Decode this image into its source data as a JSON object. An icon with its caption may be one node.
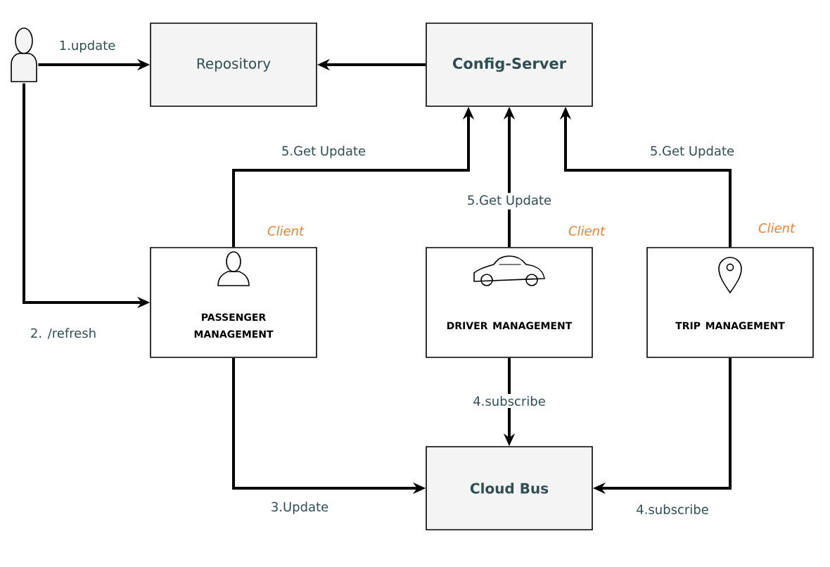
{
  "diagram": {
    "nodes": [
      {
        "text": [],
        "shape": "person"
      },
      {
        "text": [
          "Repository"
        ]
      },
      {
        "text": [
          "Config-Server"
        ]
      },
      {
        "text": [
          "PASSENGER MANAGEMENT"
        ],
        "beside": [
          "Client"
        ]
      },
      {
        "text": [
          "DRIVER MANAGEMENT"
        ],
        "beside": [
          "Client"
        ]
      },
      {
        "text": [
          "TRIP MANAGEMENT"
        ],
        "beside": [
          "Client"
        ]
      },
      {
        "text": [
          "Cloud Bus"
        ]
      }
    ],
    "edges": [
      {
        "from": 0,
        "to": 1,
        "arrow": "to",
        "label": "1.update"
      },
      {
        "from": 2,
        "to": 1,
        "arrow": "to"
      },
      {
        "from": 0,
        "to": 3,
        "arrow": "to",
        "label": "2. /refresh"
      },
      {
        "from": 3,
        "to": 2,
        "arrow": "to",
        "label": "5.Get Update"
      },
      {
        "from": 4,
        "to": 2,
        "arrow": "to",
        "label": "5.Get Update"
      },
      {
        "from": 5,
        "to": 2,
        "arrow": "to",
        "label": "5.Get Update"
      },
      {
        "from": 3,
        "to": 6,
        "arrow": "to",
        "label": "3.Update"
      },
      {
        "from": 4,
        "to": 6,
        "arrow": "to",
        "label": "4.subscribe"
      },
      {
        "from": 5,
        "to": 6,
        "arrow": "to",
        "label": "4.subscribe"
      }
    ]
  }
}
